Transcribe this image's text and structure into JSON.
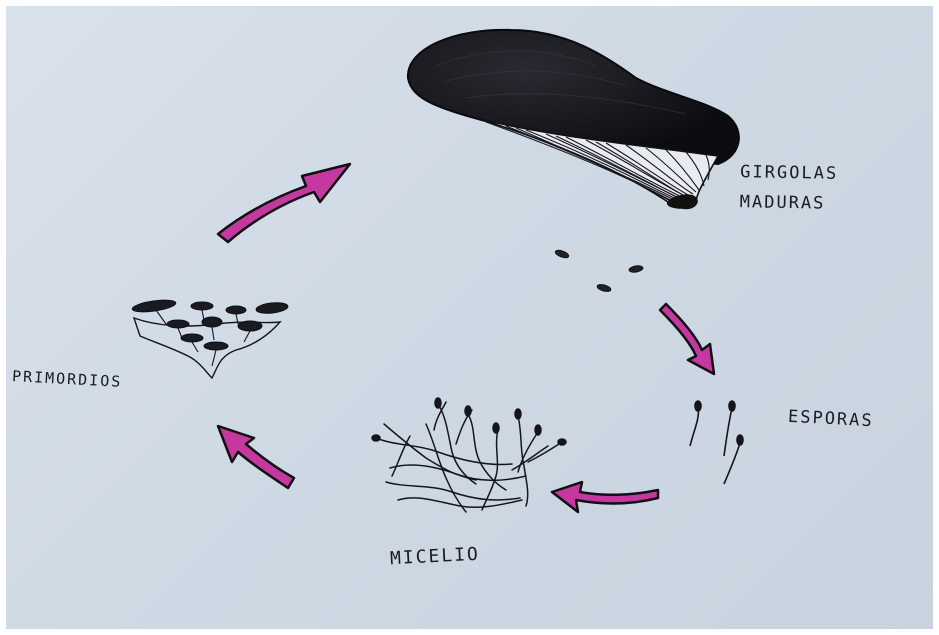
{
  "labels": {
    "mature_line1": "GIRGOLAS",
    "mature_line2": "MADURAS",
    "spores": "ESPORAS",
    "mycelium": "MICELIO",
    "primordia": "PRIMORDIOS"
  },
  "colors": {
    "paper": "#cfd9e4",
    "ink": "#15151c",
    "arrow_fill": "#c4389f",
    "arrow_outline": "#101014"
  },
  "cycle_order": [
    "GIRGOLAS MADURAS",
    "ESPORAS",
    "MICELIO",
    "PRIMORDIOS"
  ]
}
